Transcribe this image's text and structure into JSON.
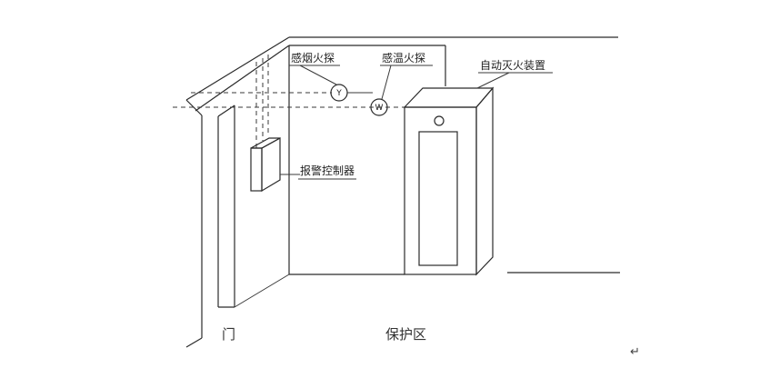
{
  "labels": {
    "smoke_detector": "感烟火探",
    "heat_detector": "感温火探",
    "auto_extinguisher": "自动灭火装置",
    "alarm_controller": "报警控制器",
    "door": "门",
    "protected_zone": "保护区"
  },
  "symbols": {
    "smoke": "Y",
    "heat": "W"
  },
  "paragraph_mark": "↵"
}
